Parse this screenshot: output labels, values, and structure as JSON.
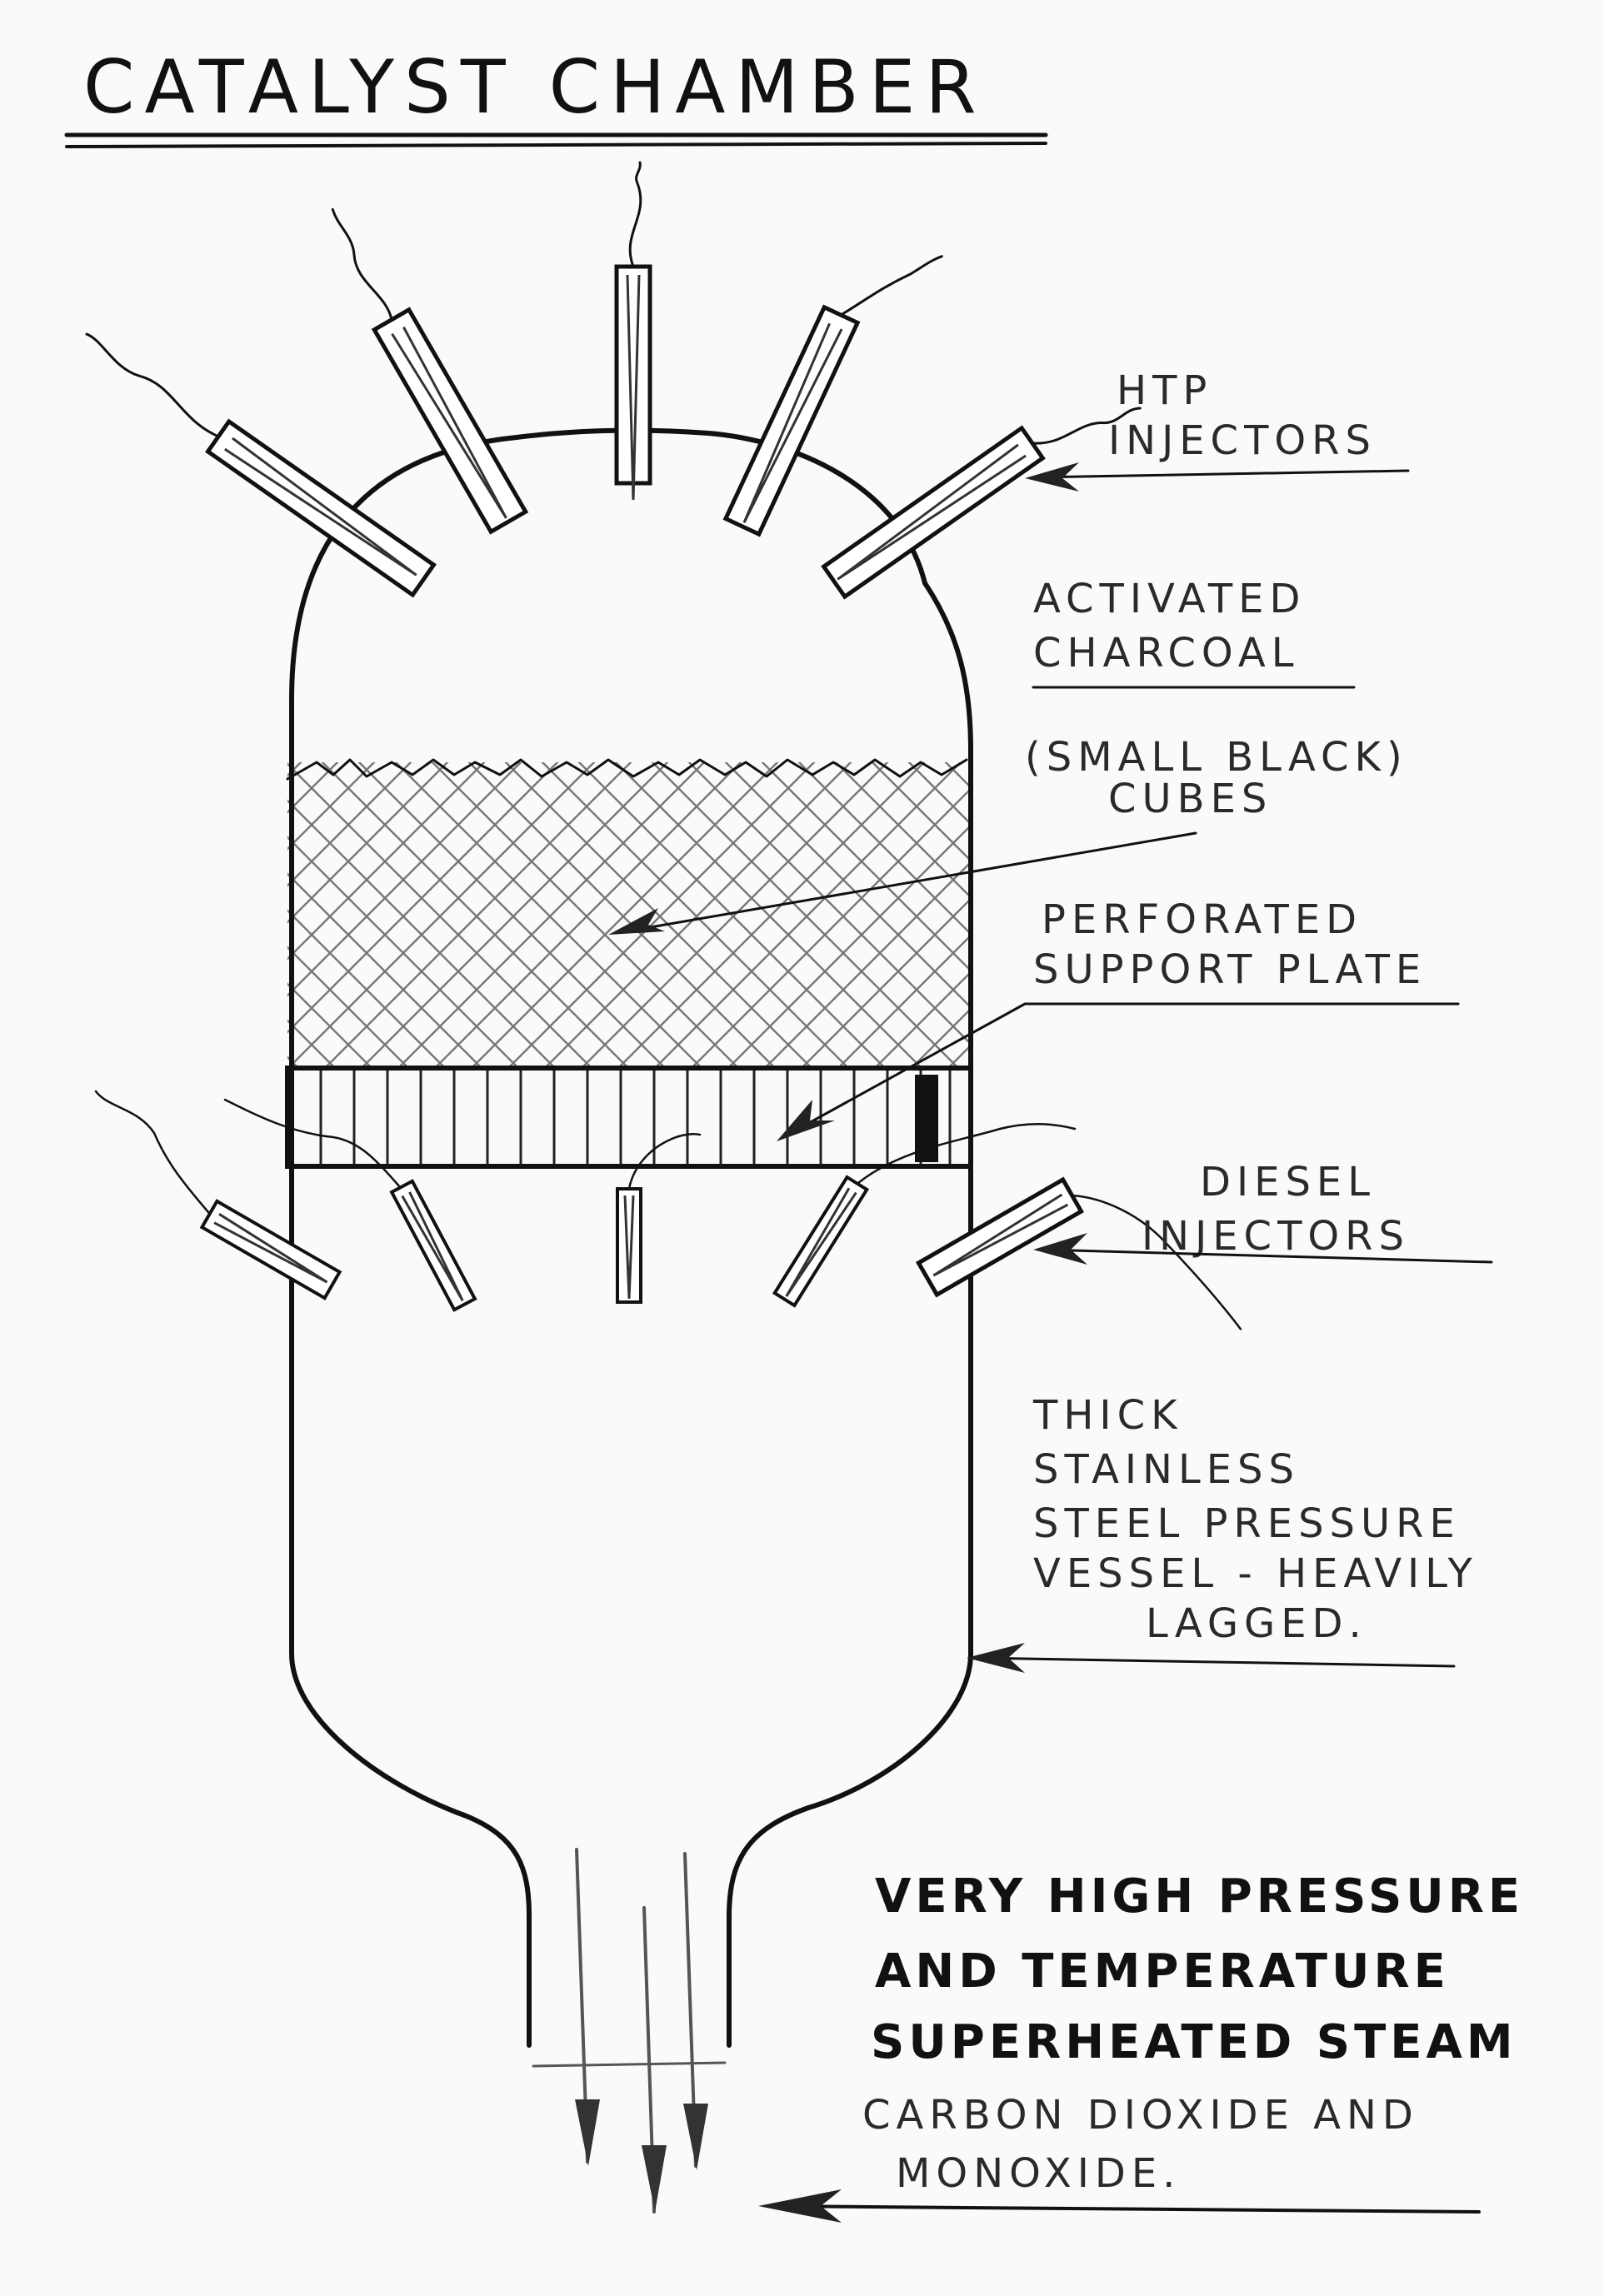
{
  "title": "CATALYST CHAMBER",
  "labels": {
    "htp_injectors": [
      "HTP",
      "INJECTORS"
    ],
    "activated_charcoal": [
      "ACTIVATED",
      "CHARCOAL"
    ],
    "charcoal_note": [
      "(SMALL BLACK)",
      "CUBES"
    ],
    "support_plate": [
      "PERFORATED",
      "SUPPORT PLATE"
    ],
    "diesel_injectors": [
      "DIESEL",
      "INJECTORS"
    ],
    "vessel": [
      "THICK",
      "STAINLESS",
      "STEEL PRESSURE",
      "VESSEL - HEAVILY",
      "LAGGED."
    ],
    "output": [
      "VERY HIGH PRESSURE",
      "AND TEMPERATURE",
      "SUPERHEATED STEAM",
      "CARBON DIOXIDE AND",
      "MONOXIDE."
    ]
  },
  "colors": {
    "ink": "#111111",
    "pencil": "#555555",
    "paper": "#fafaf8"
  }
}
